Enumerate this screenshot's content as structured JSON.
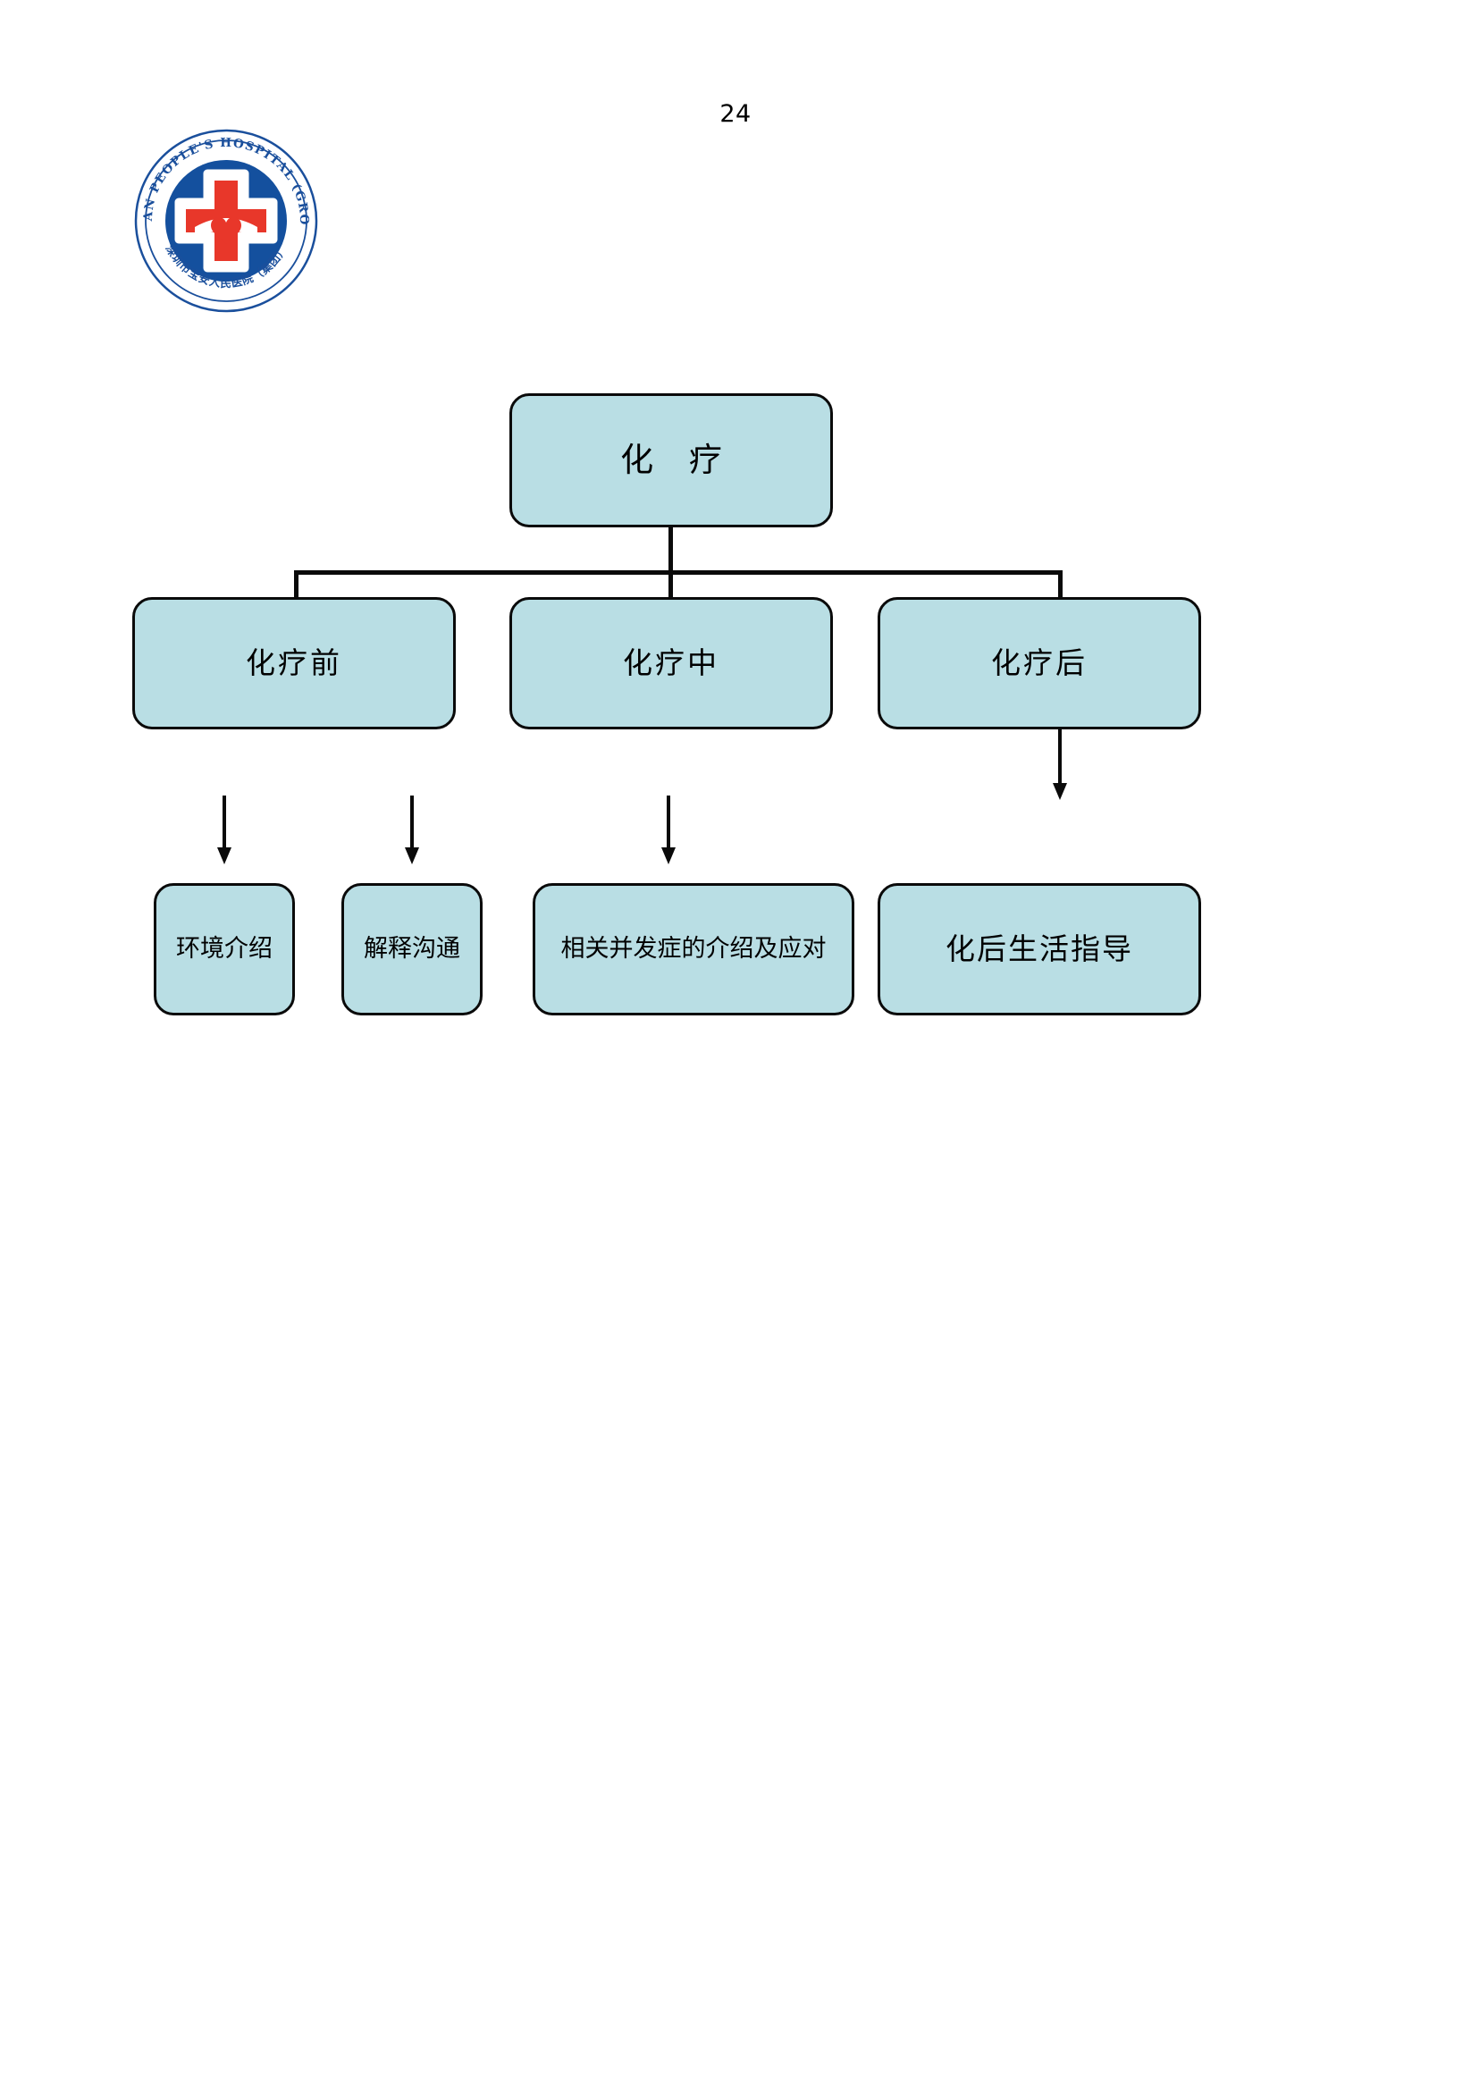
{
  "page": {
    "number": "24",
    "background_color": "#ffffff"
  },
  "logo": {
    "name": "baoan-peoples-hospital-group-emblem",
    "english_text": "BAOAN  PEOPLE'S  HOSPITAL (GROUP)",
    "chinese_text": "深圳市宝安人民医院（集团）",
    "ring_color": "#1a4f9c",
    "disc_color": "#14509e",
    "cross_color": "#e8372a",
    "heart_color": "#e8372a",
    "outline_color": "#ffffff"
  },
  "diagram": {
    "type": "flowchart",
    "node_fill": "#b9dee4",
    "node_border": "#0a0a0a",
    "nodes": {
      "root": {
        "id": "root",
        "label": "化  疗"
      },
      "pre": {
        "id": "pre",
        "label": "化疗前"
      },
      "mid": {
        "id": "mid",
        "label": "化疗中"
      },
      "post": {
        "id": "post",
        "label": "化疗后"
      },
      "env": {
        "id": "env",
        "label": "环境介绍"
      },
      "comm": {
        "id": "comm",
        "label": "解释沟通"
      },
      "compl": {
        "id": "compl",
        "label": "相关并发症的介绍及应对"
      },
      "guide": {
        "id": "guide",
        "label": "化后生活指导"
      }
    },
    "edges": [
      {
        "from": "root",
        "to": "pre",
        "style": "elbow"
      },
      {
        "from": "root",
        "to": "mid",
        "style": "elbow"
      },
      {
        "from": "root",
        "to": "post",
        "style": "elbow"
      },
      {
        "from": "pre",
        "to": "env",
        "style": "arrow-down"
      },
      {
        "from": "pre",
        "to": "comm",
        "style": "arrow-down"
      },
      {
        "from": "mid",
        "to": "compl",
        "style": "arrow-down"
      },
      {
        "from": "post",
        "to": "guide",
        "style": "arrow-down"
      }
    ]
  }
}
